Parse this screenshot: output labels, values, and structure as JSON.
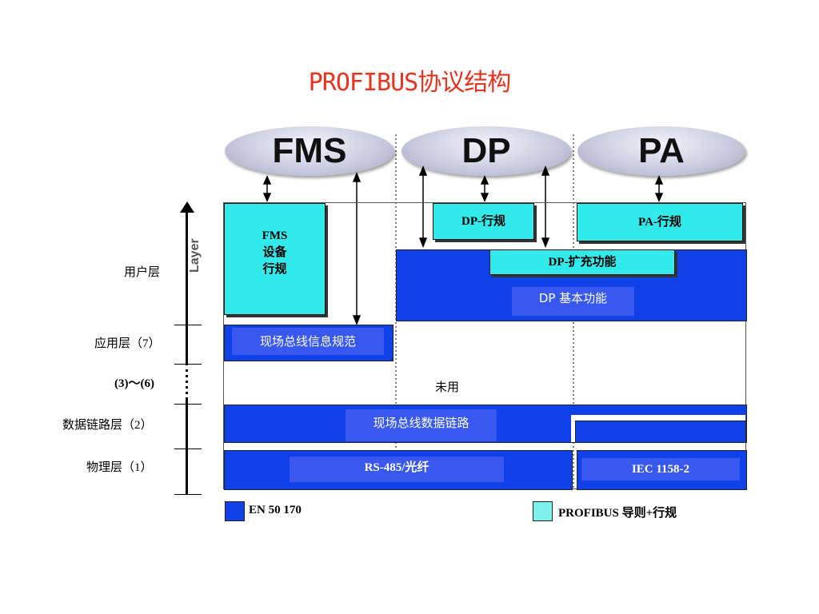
{
  "title": "PROFIBUS协议结构",
  "profiles": {
    "fms": "FMS",
    "dp": "DP",
    "pa": "PA"
  },
  "axis_label": "Layer",
  "layers": {
    "user": "用户层",
    "application": "应用层（7）",
    "unused_range": "(3)～(6)",
    "datalink": "数据链路层（2）",
    "physical": "物理层（1）"
  },
  "boxes": {
    "fms_profile": [
      "FMS",
      "设备",
      "行规"
    ],
    "dp_profile": "DP-行规",
    "pa_profile": "PA-行规",
    "dp_extended": "DP-扩充功能",
    "dp_basic": "DP 基本功能",
    "fieldbus_message": "现场总线信息规范",
    "unused": "未用",
    "fieldbus_datalink": "现场总线数据链路",
    "rs485": "RS-485/光纤",
    "iec": "IEC 1158-2"
  },
  "legend": [
    {
      "label": "EN 50 170",
      "color": "#1040e8"
    },
    {
      "label": "PROFIBUS 导则+行规",
      "color": "#7ff0ee"
    }
  ]
}
